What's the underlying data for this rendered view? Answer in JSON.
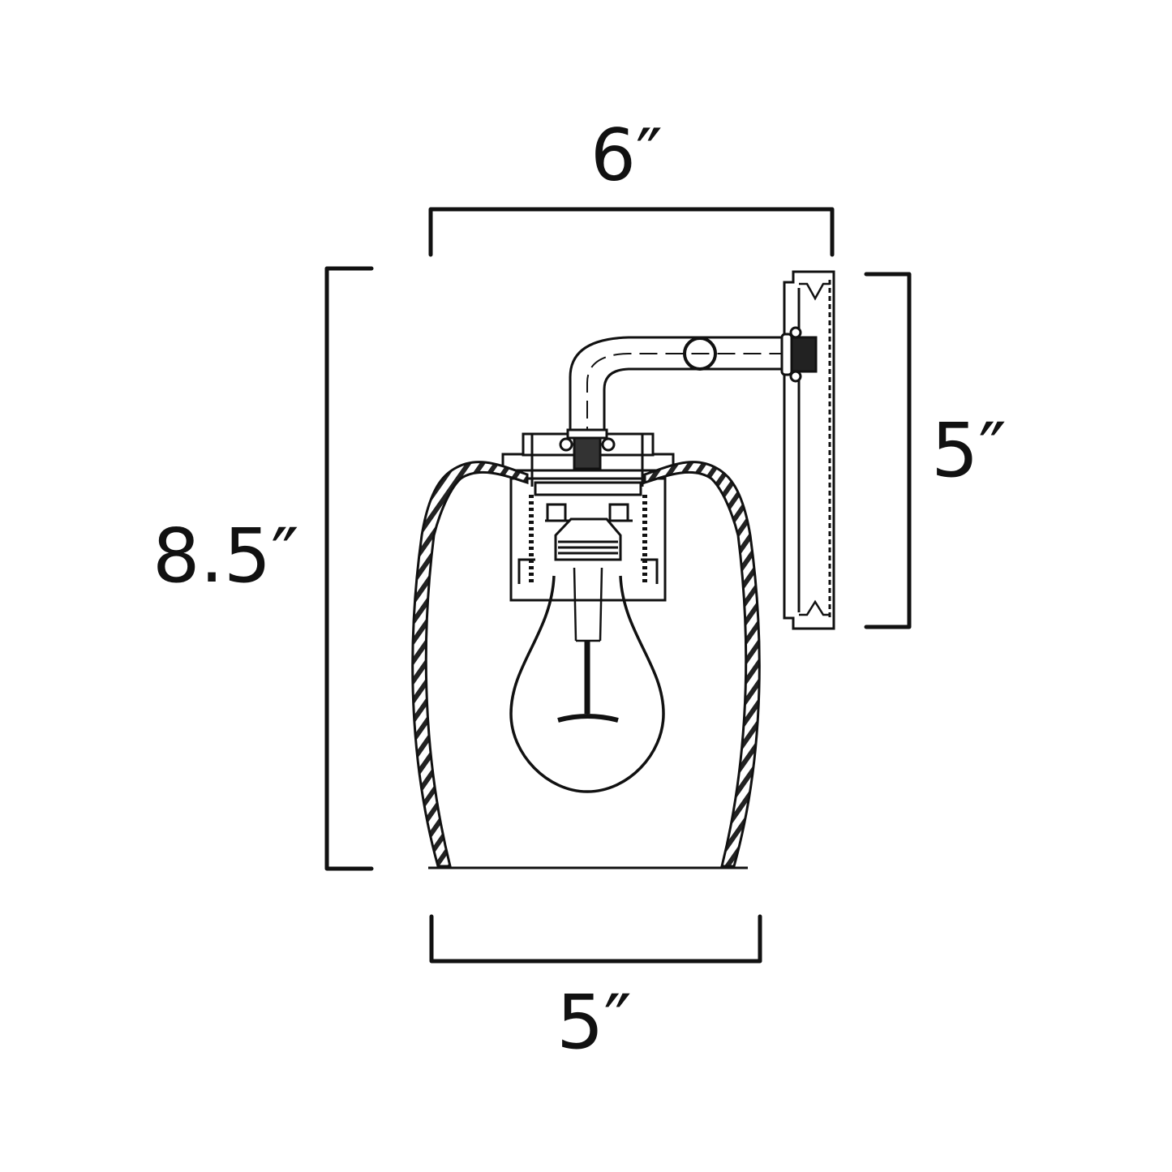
{
  "diagram": {
    "subject": "Wall sconce with clear rope-textured glass shade",
    "colors": {
      "line": "#111111",
      "background": "#ffffff"
    },
    "dimensions": {
      "width": {
        "label": "6″",
        "position": "top",
        "spans": "backplate to shade front"
      },
      "height": {
        "label": "8.5″",
        "position": "left",
        "spans": "overall height"
      },
      "backplate": {
        "label": "5″",
        "position": "right",
        "spans": "backplate height"
      },
      "shade_width": {
        "label": "5″",
        "position": "bottom",
        "spans": "shade diameter"
      }
    },
    "components": [
      {
        "name": "backplate",
        "shape": "tall narrow rectangle"
      },
      {
        "name": "arm",
        "shape": "L-bent tube with center line"
      },
      {
        "name": "cap",
        "shape": "stepped fitter cap"
      },
      {
        "name": "socket",
        "shape": "threaded socket housing"
      },
      {
        "name": "shade",
        "shape": "barrel glass with rope texture"
      },
      {
        "name": "bulb",
        "shape": "A19 bulb with filament"
      }
    ]
  }
}
